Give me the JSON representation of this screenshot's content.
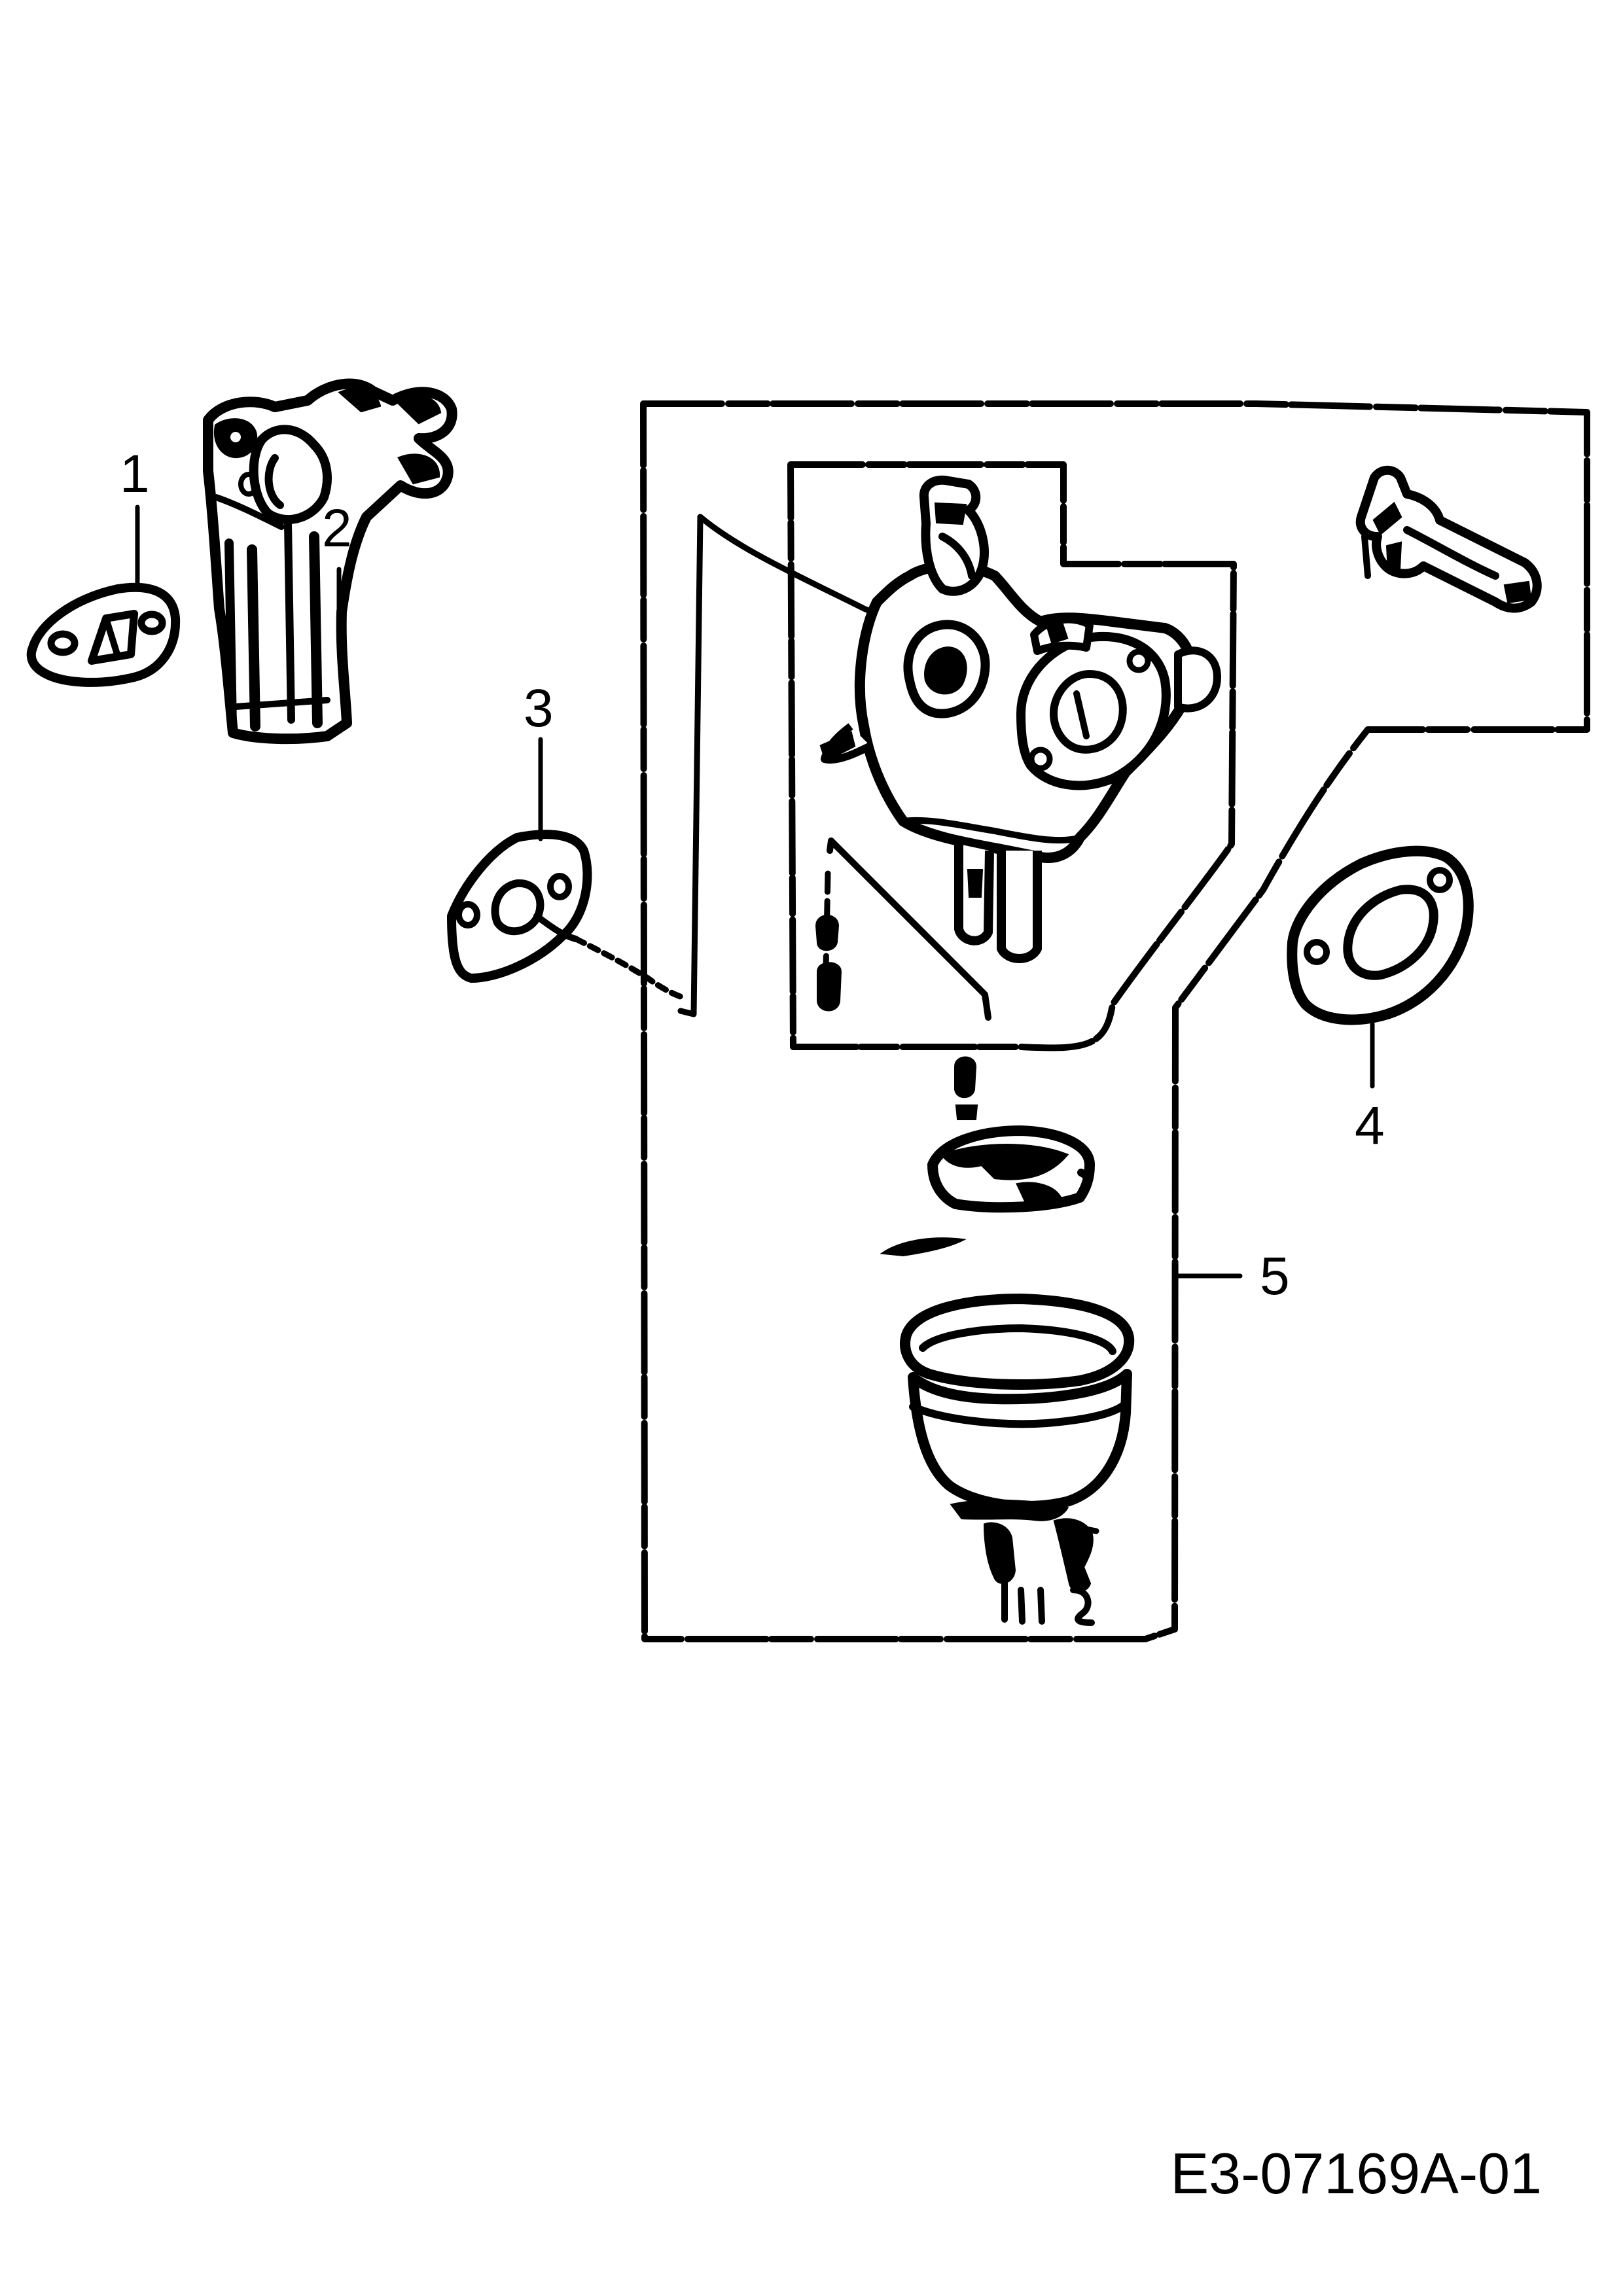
{
  "callouts": [
    {
      "id": "1",
      "label": "1"
    },
    {
      "id": "2",
      "label": "2"
    },
    {
      "id": "3",
      "label": "3"
    },
    {
      "id": "4",
      "label": "4"
    },
    {
      "id": "5",
      "label": "5"
    }
  ],
  "drawing_number": "E3-07169A-01",
  "colors": {
    "ink": "#000000",
    "paper": "#ffffff"
  }
}
